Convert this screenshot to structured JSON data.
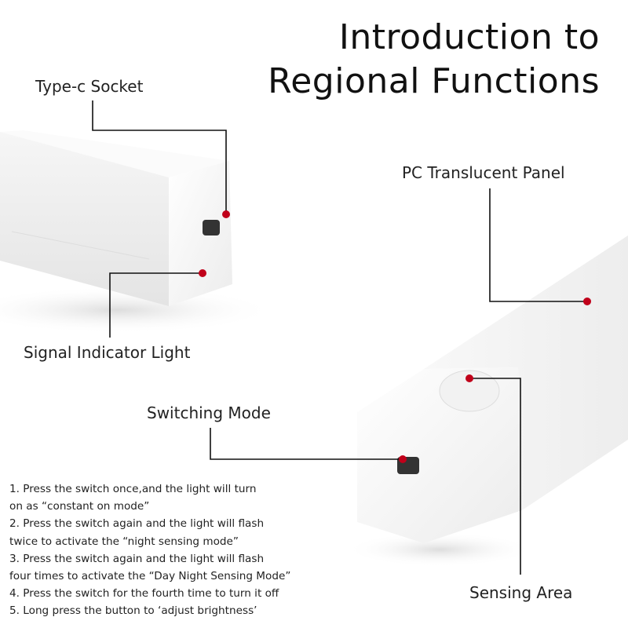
{
  "title": {
    "line1": "Introduction to",
    "line2": "Regional Functions"
  },
  "callouts": {
    "type_c_socket": "Type-c Socket",
    "signal_indicator": "Signal Indicator Light",
    "pc_panel": "PC Translucent Panel",
    "switching_mode": "Switching Mode",
    "sensing_area": "Sensing Area"
  },
  "instructions": [
    "1. Press the switch once,and the light will turn",
    "on as “constant on mode”",
    "2. Press the switch again and the light will flash",
    "twice to activate the “night sensing mode”",
    "3. Press the switch again and the light will flash",
    "four times to activate the “Day Night Sensing Mode”",
    "4. Press the switch for the fourth time to turn it off",
    "5. Long press the button to ‘adjust brightness’"
  ],
  "colors": {
    "marker": "#c0001a",
    "line": "#111111"
  }
}
